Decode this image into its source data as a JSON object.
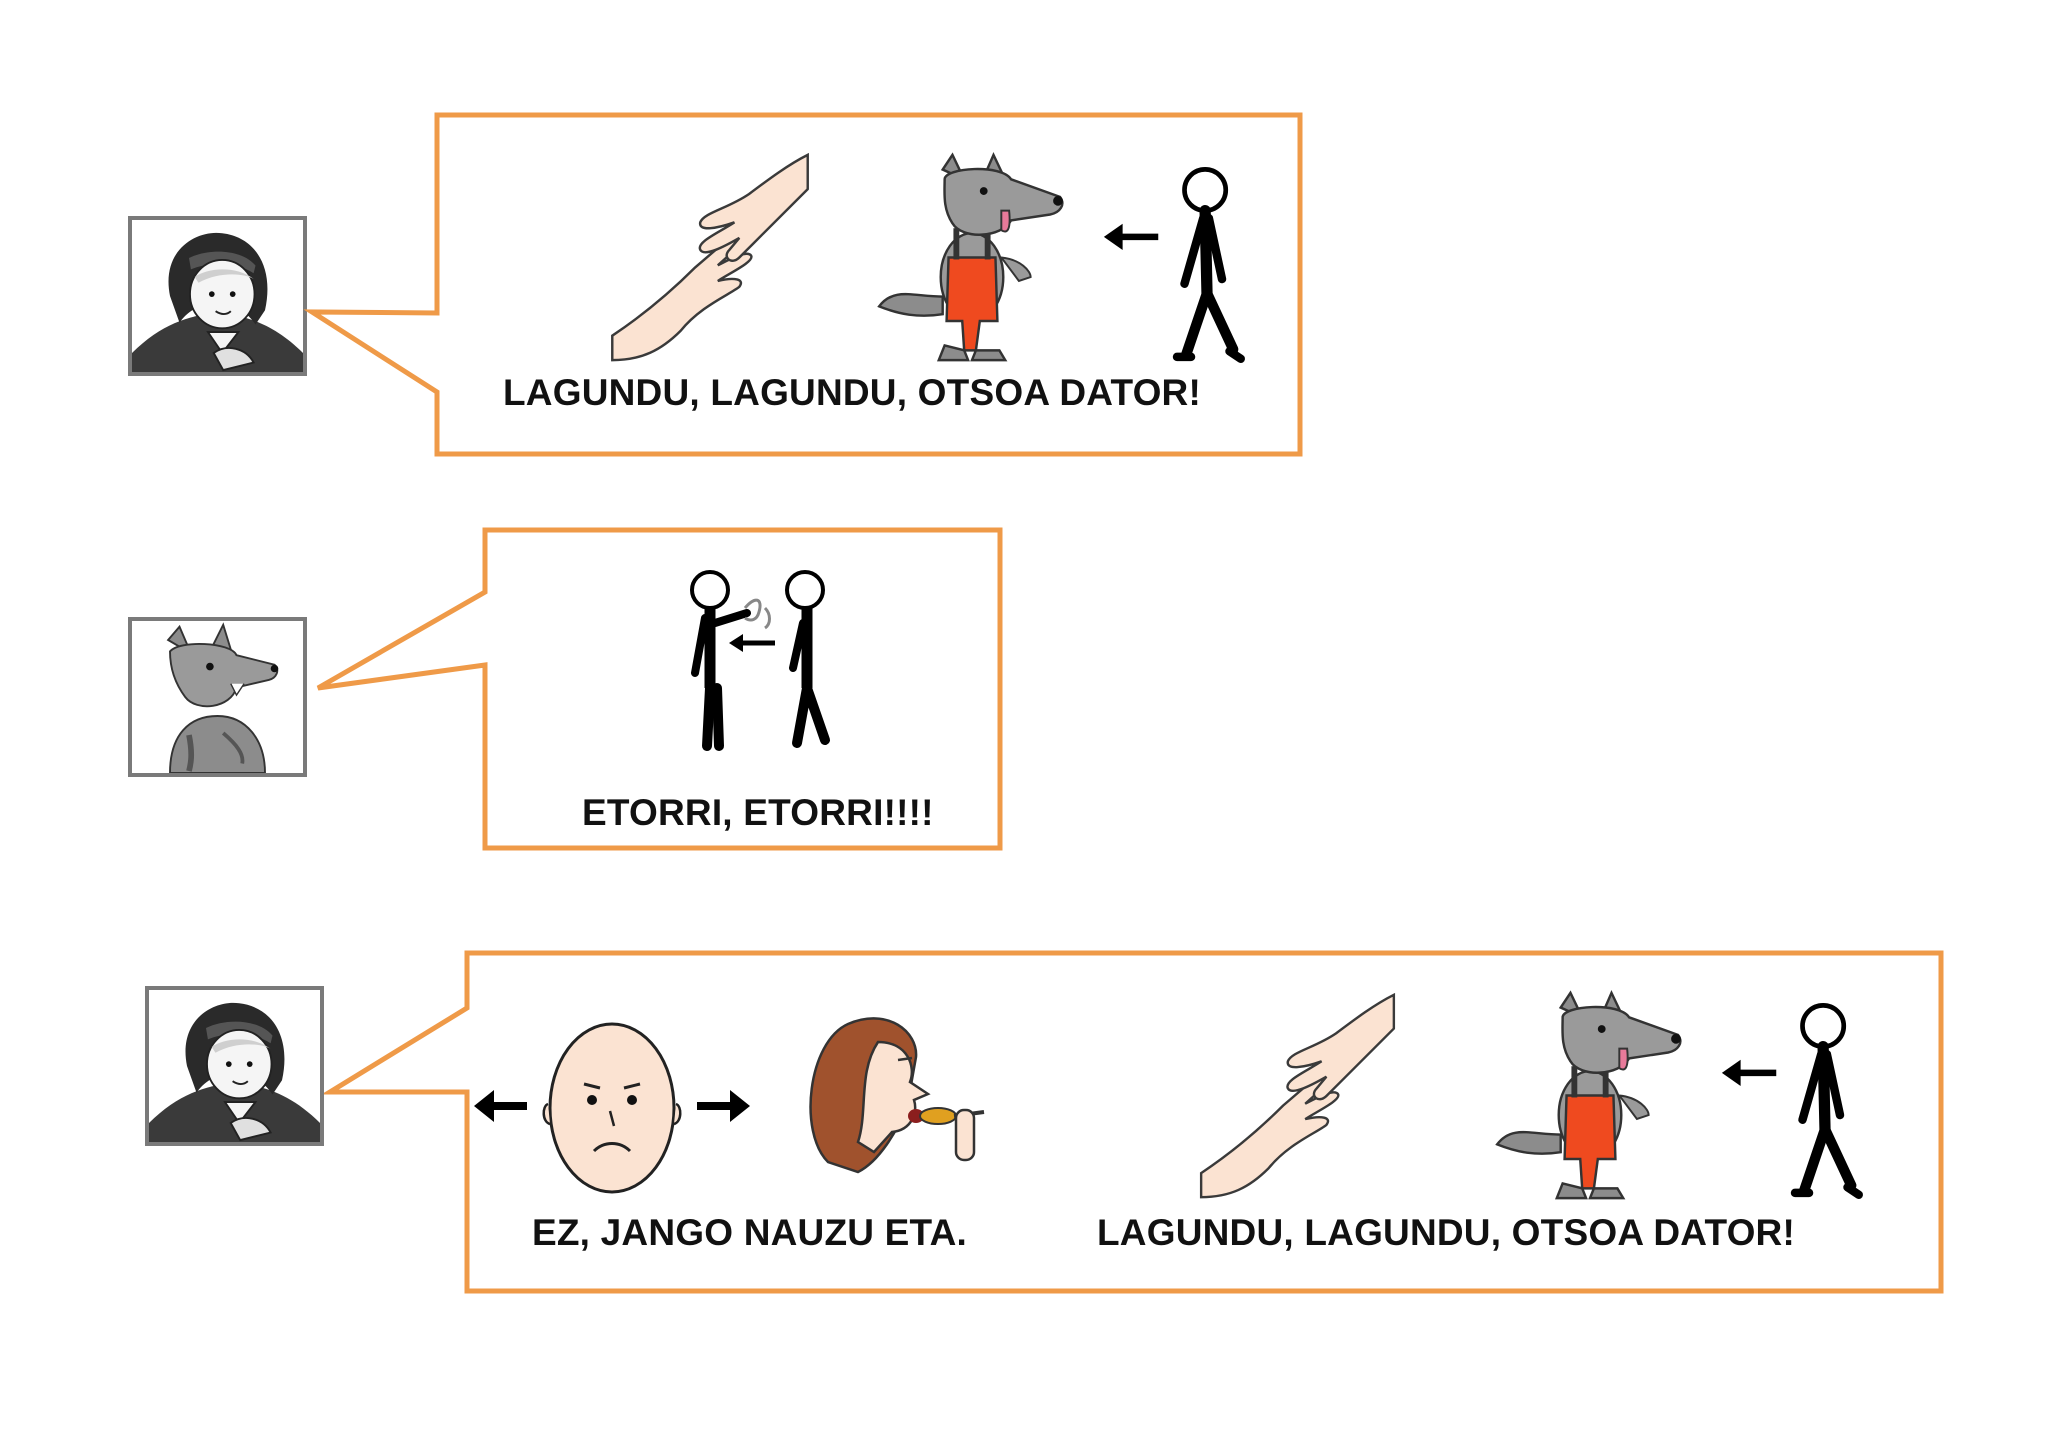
{
  "rows": [
    {
      "speaker": "red-riding-hood",
      "captions": [
        "LAGUNDU, LAGUNDU, OTSOA DATOR!"
      ]
    },
    {
      "speaker": "wolf",
      "captions": [
        "ETORRI, ETORRI!!!!"
      ]
    },
    {
      "speaker": "red-riding-hood",
      "captions": [
        "EZ, JANGO NAUZU ETA.",
        "LAGUNDU, LAGUNDU, OTSOA DATOR!"
      ]
    }
  ],
  "colors": {
    "bubble_border": "#ef9a48",
    "avatar_border": "#7a7a7a",
    "overalls": "#ef4a1f",
    "wolf_fur": "#8c8c8c",
    "hair": "#a0522d",
    "skin": "#fbe3d2"
  }
}
